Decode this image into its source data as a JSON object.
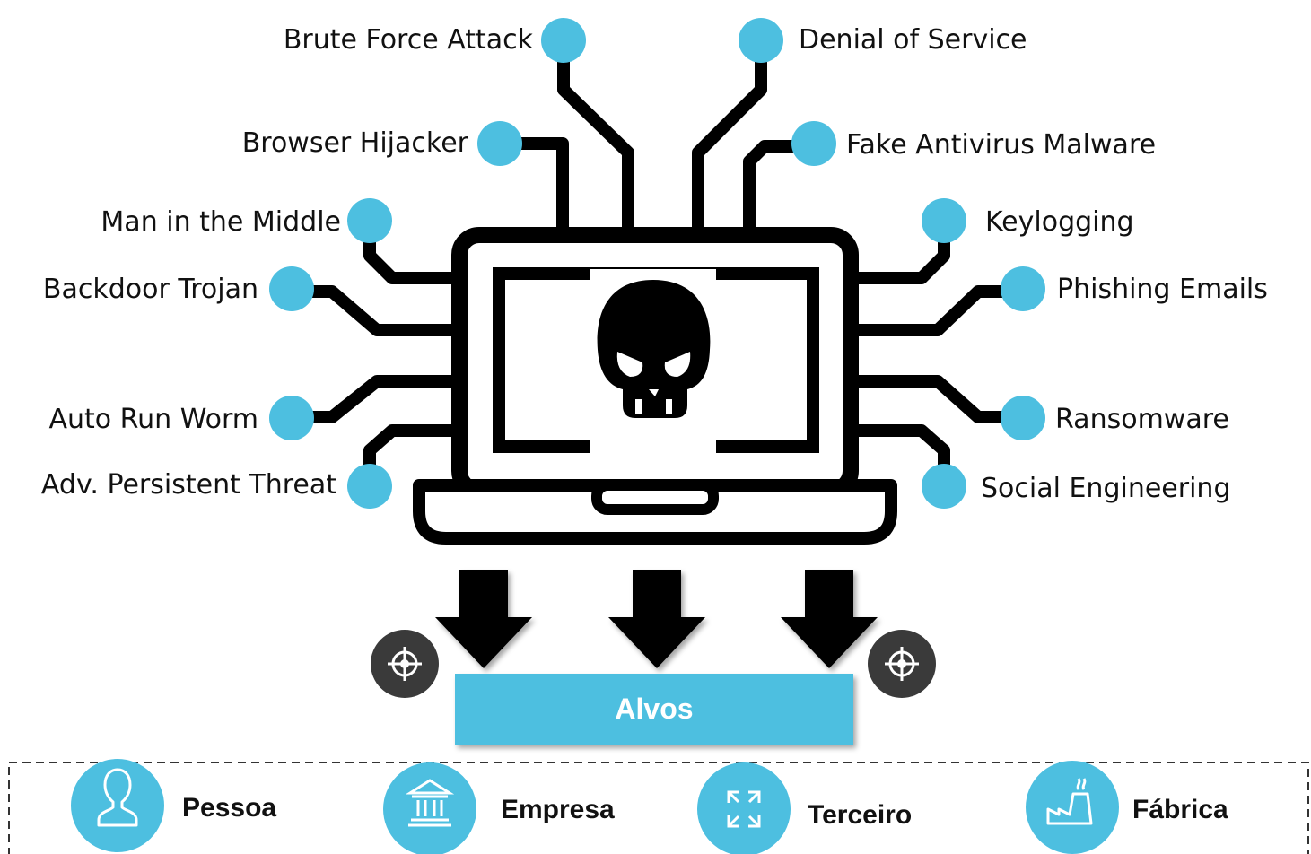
{
  "attacks_left": [
    "Brute Force Attack",
    "Browser Hijacker",
    "Man in the Middle",
    "Backdoor Trojan",
    "Auto Run Worm",
    "Adv. Persistent Threat"
  ],
  "attacks_right": [
    "Denial of Service",
    "Fake Antivirus Malware",
    "Keylogging",
    "Phishing Emails",
    "Ransomware",
    "Social Engineering"
  ],
  "target_title": "Alvos",
  "targets": [
    {
      "label": "Pessoa",
      "icon": "person-icon"
    },
    {
      "label": "Empresa",
      "icon": "bank-building-icon"
    },
    {
      "label": "Terceiro",
      "icon": "expand-arrows-icon"
    },
    {
      "label": "Fábrica",
      "icon": "factory-icon"
    }
  ],
  "colors": {
    "node": "#4dbfe0",
    "target_bar": "#4dbfe0",
    "target_circle": "#4dbfe0",
    "crosshair_bg": "#3a3a3a",
    "ink": "#000000"
  }
}
